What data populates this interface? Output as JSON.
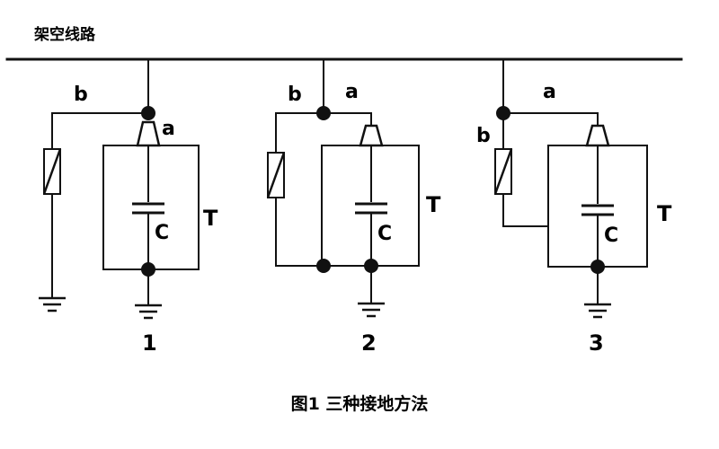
{
  "header": {
    "line_label": "架空线路"
  },
  "caption": {
    "text": "图1 三种接地方法"
  },
  "circuits": [
    {
      "number": "1",
      "label_a": "a",
      "label_b": "b",
      "label_c": "C",
      "label_t": "T"
    },
    {
      "number": "2",
      "label_a": "a",
      "label_b": "b",
      "label_c": "C",
      "label_t": "T"
    },
    {
      "number": "3",
      "label_a": "a",
      "label_b": "b",
      "label_c": "C",
      "label_t": "T"
    }
  ],
  "colors": {
    "ink": "#111111",
    "background": "#ffffff"
  },
  "icons": {
    "arrester": "lightning-arrester-icon",
    "bushing": "insulator-bushing-icon",
    "capacitor": "capacitor-icon",
    "ground": "earth-ground-icon",
    "junction": "junction-dot-icon"
  }
}
